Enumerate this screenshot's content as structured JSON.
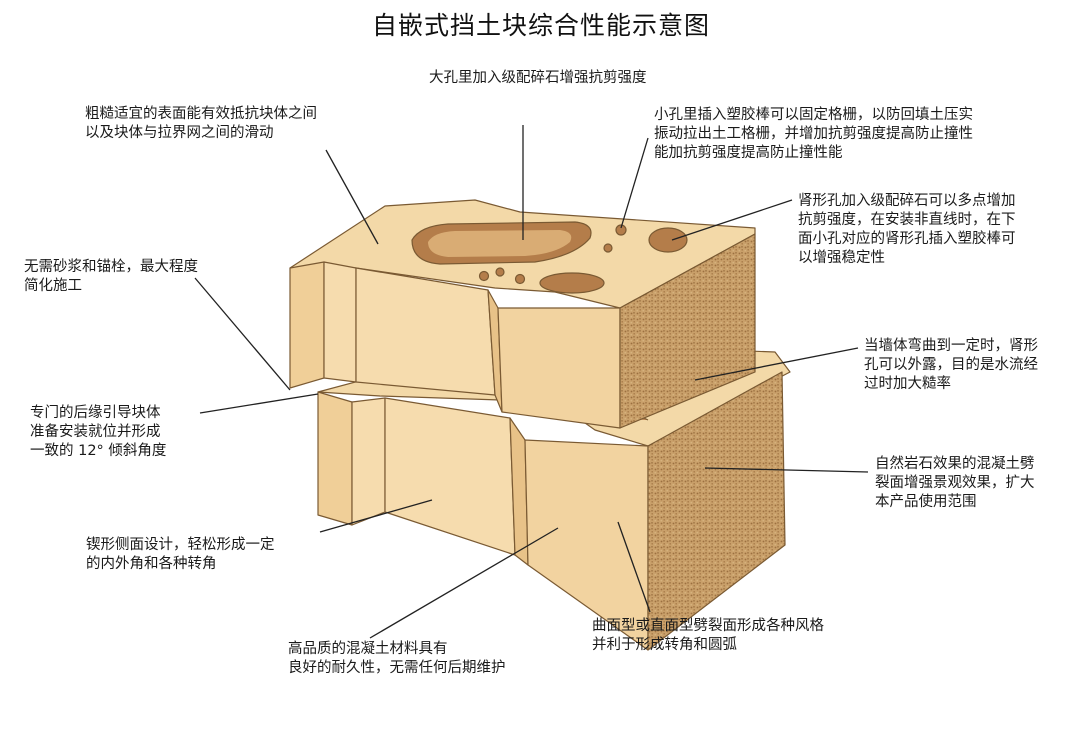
{
  "title": "自嵌式挡土块综合性能示意图",
  "labels": {
    "top_center": [
      "大孔里加入级配碎石增强抗剪强度"
    ],
    "top_left": [
      "粗糙适宜的表面能有效抵抗块体之间",
      "以及块体与拉界网之间的滑动"
    ],
    "top_right": [
      "小孔里插入塑胶棒可以固定格栅，以防回填土压实",
      "振动拉出土工格栅，并增加抗剪强度提高防止撞性",
      "能加抗剪强度提高防止撞性能"
    ],
    "right_1": [
      "肾形孔加入级配碎石可以多点增加",
      "抗剪强度，在安装非直线时，在下",
      "面小孔对应的肾形孔插入塑胶棒可",
      "以增强稳定性"
    ],
    "left_1": [
      "无需砂浆和锚栓，最大程度",
      "简化施工"
    ],
    "right_2": [
      "当墙体弯曲到一定时，肾形",
      "孔可以外露，目的是水流经",
      "过时加大糙率"
    ],
    "left_2": [
      "专门的后缘引导块体",
      "准备安装就位并形成",
      "一致的 12° 倾斜角度"
    ],
    "right_3": [
      "自然岩石效果的混凝土劈",
      "裂面增强景观效果，扩大",
      "本产品使用范围"
    ],
    "left_3": [
      "锲形侧面设计，轻松形成一定",
      "的内外角和各种转角"
    ],
    "bottom_right": [
      "曲面型或直面型劈裂面形成各种风格",
      "并利于形成转角和圆弧"
    ],
    "bottom_left": [
      "高品质的混凝土材料具有",
      "良好的耐久性，无需任何后期维护"
    ]
  },
  "colors": {
    "block_top": "#f3d9a8",
    "block_side": "#ecc891",
    "block_face": "#f6dcae",
    "split_face": "#c59a63",
    "hole": "#b47d4a",
    "outline": "#7a5a33"
  }
}
